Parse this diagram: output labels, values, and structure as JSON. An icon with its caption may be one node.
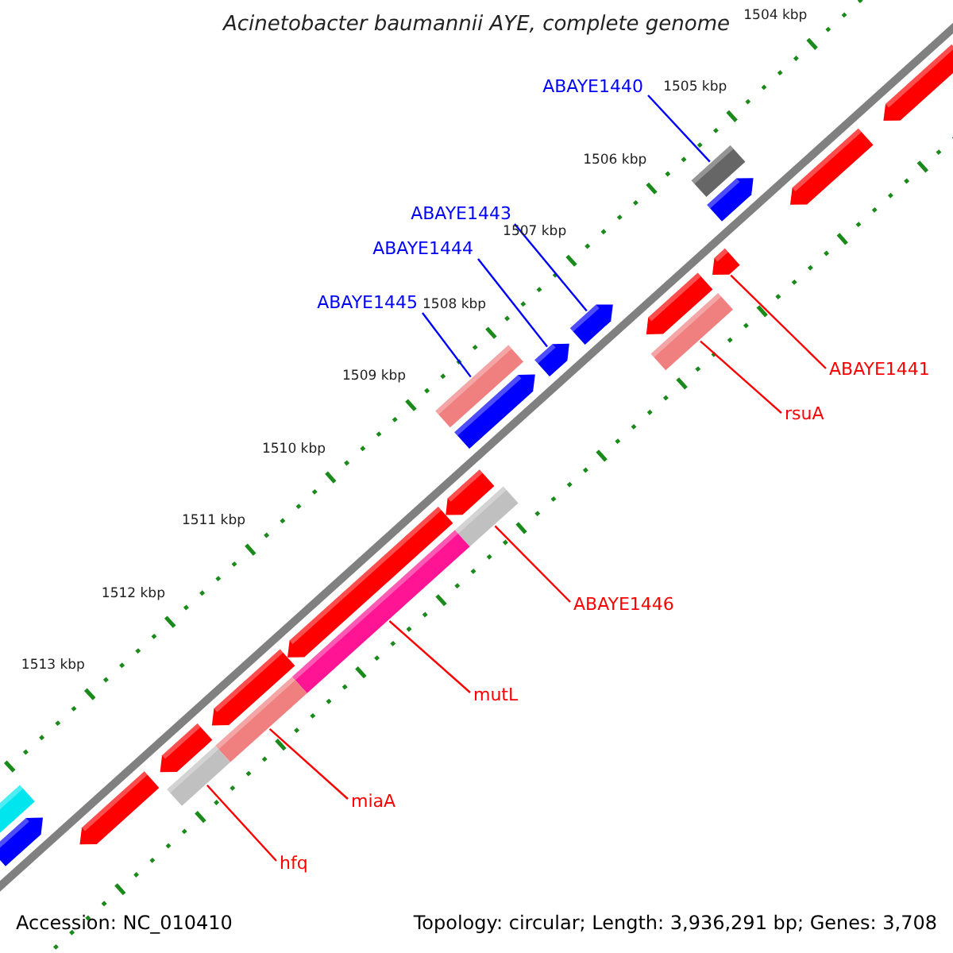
{
  "diagram": {
    "title": "Acinetobacter baumannii AYE, complete genome",
    "nodes": [
      {
        "text": [
          "ABAYE1440"
        ]
      },
      {
        "text": [
          "ABAYE1443"
        ]
      },
      {
        "text": [
          "ABAYE1444"
        ]
      },
      {
        "text": [
          "ABAYE1445"
        ]
      },
      {
        "text": [
          "ABAYE1441"
        ]
      },
      {
        "text": [
          "rsuA"
        ]
      },
      {
        "text": [
          "ABAYE1446"
        ]
      },
      {
        "text": [
          "mutL"
        ]
      },
      {
        "text": [
          "miaA"
        ]
      },
      {
        "text": [
          "hfq"
        ]
      },
      {
        "text": [],
        "shape": "bar"
      },
      {
        "text": [],
        "shape": "arrow"
      },
      {
        "text": [],
        "shape": "arrow"
      },
      {
        "text": [],
        "shape": "bar"
      },
      {
        "text": [],
        "shape": "arrow"
      },
      {
        "text": [],
        "shape": "bar"
      },
      {
        "text": [],
        "shape": "bar"
      },
      {
        "text": [],
        "shape": "bar"
      },
      {
        "text": [],
        "shape": "bar"
      },
      {
        "text": [],
        "shape": "bar"
      }
    ],
    "edges": [
      {
        "from": 0,
        "to": 10,
        "arrow": "none",
        "color": "#0000ff"
      },
      {
        "from": 1,
        "to": 11,
        "arrow": "none",
        "color": "#0000ff"
      },
      {
        "from": 2,
        "to": 12,
        "arrow": "none",
        "color": "#0000ff"
      },
      {
        "from": 3,
        "to": 13,
        "arrow": "none",
        "color": "#0000ff"
      },
      {
        "from": 4,
        "to": 14,
        "arrow": "none"
      },
      {
        "from": 5,
        "to": 15,
        "arrow": "none"
      },
      {
        "from": 6,
        "to": 16,
        "arrow": "none"
      },
      {
        "from": 7,
        "to": 17,
        "arrow": "none"
      },
      {
        "from": 8,
        "to": 18,
        "arrow": "none"
      },
      {
        "from": 9,
        "to": 19,
        "arrow": "none"
      }
    ],
    "labels": [
      "1504 kbp",
      "1505 kbp",
      "1506 kbp",
      "1507 kbp",
      "1508 kbp",
      "1509 kbp",
      "1510 kbp",
      "1511 kbp",
      "1512 kbp",
      "1513 kbp",
      "Accession: NC_010410",
      "Topology: circular; Length: 3,936,291 bp; Genes: 3,708"
    ]
  }
}
